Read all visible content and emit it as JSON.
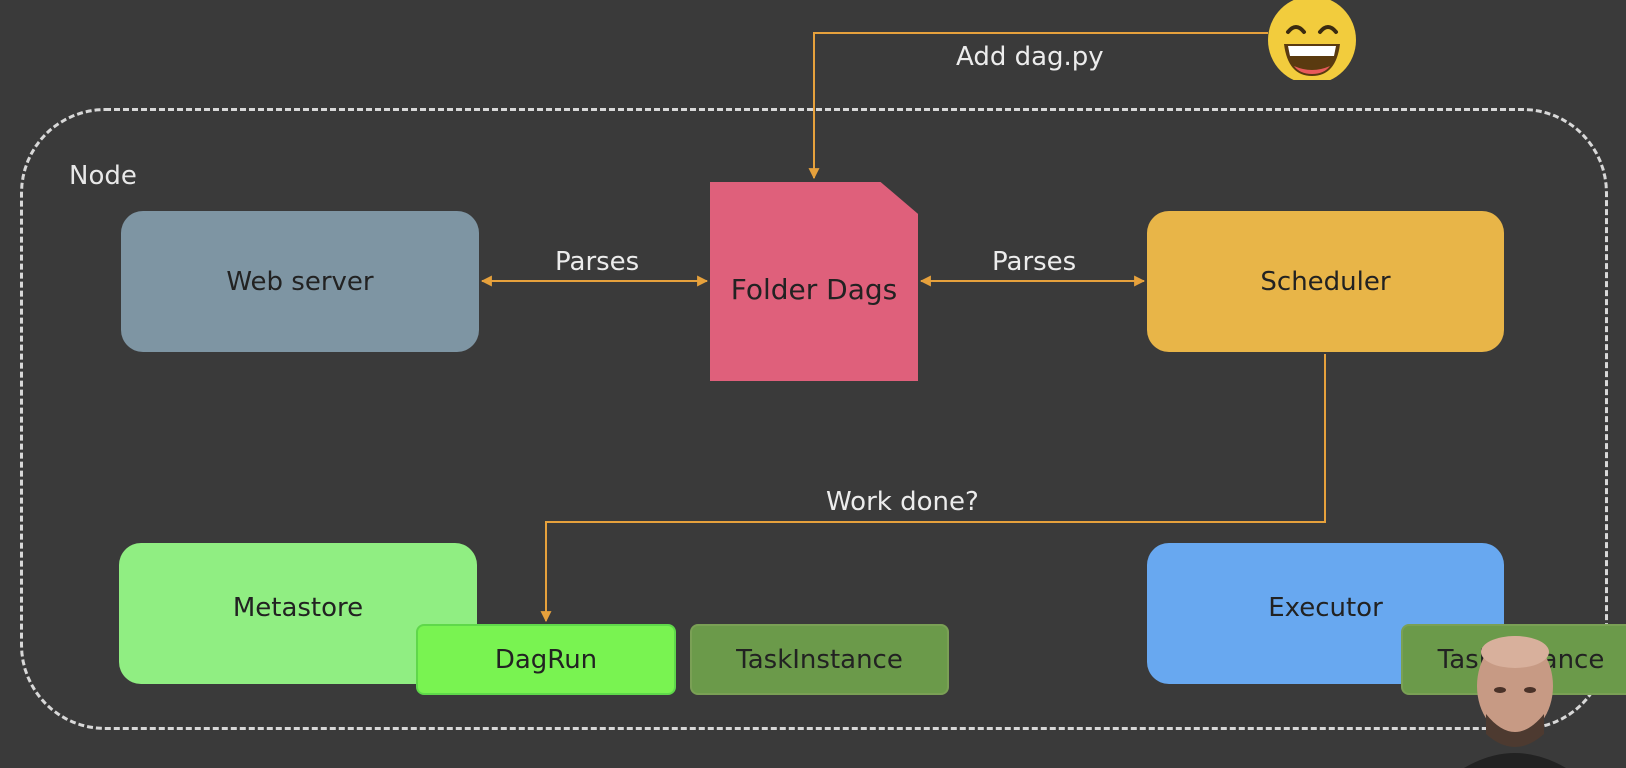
{
  "node": {
    "label": "Node"
  },
  "components": {
    "web_server": {
      "label": "Web server",
      "color": "#7e95a3"
    },
    "folder_dags": {
      "label": "Folder Dags",
      "color": "#df607b"
    },
    "scheduler": {
      "label": "Scheduler",
      "color": "#e8b548"
    },
    "metastore": {
      "label": "Metastore",
      "color": "#90ee82"
    },
    "executor": {
      "label": "Executor",
      "color": "#68a8f0"
    },
    "dagrun": {
      "label": "DagRun",
      "color": "#79f351"
    },
    "taskinstance": {
      "label": "TaskInstance",
      "color": "#6b9a4a"
    },
    "taskinstance_executor": {
      "label": "TaskInstance",
      "color": "#6b9a4a"
    }
  },
  "edges": {
    "parses_left": "Parses",
    "parses_right": "Parses",
    "add_dag": "Add dag.py",
    "work_done": "Work done?"
  },
  "colors": {
    "arrow": "#e6a13c",
    "background": "#3a3a3a",
    "frame": "#d8d8d8"
  },
  "icons": {
    "smiley": "grinning-face-icon",
    "presenter": "presenter-webcam"
  }
}
